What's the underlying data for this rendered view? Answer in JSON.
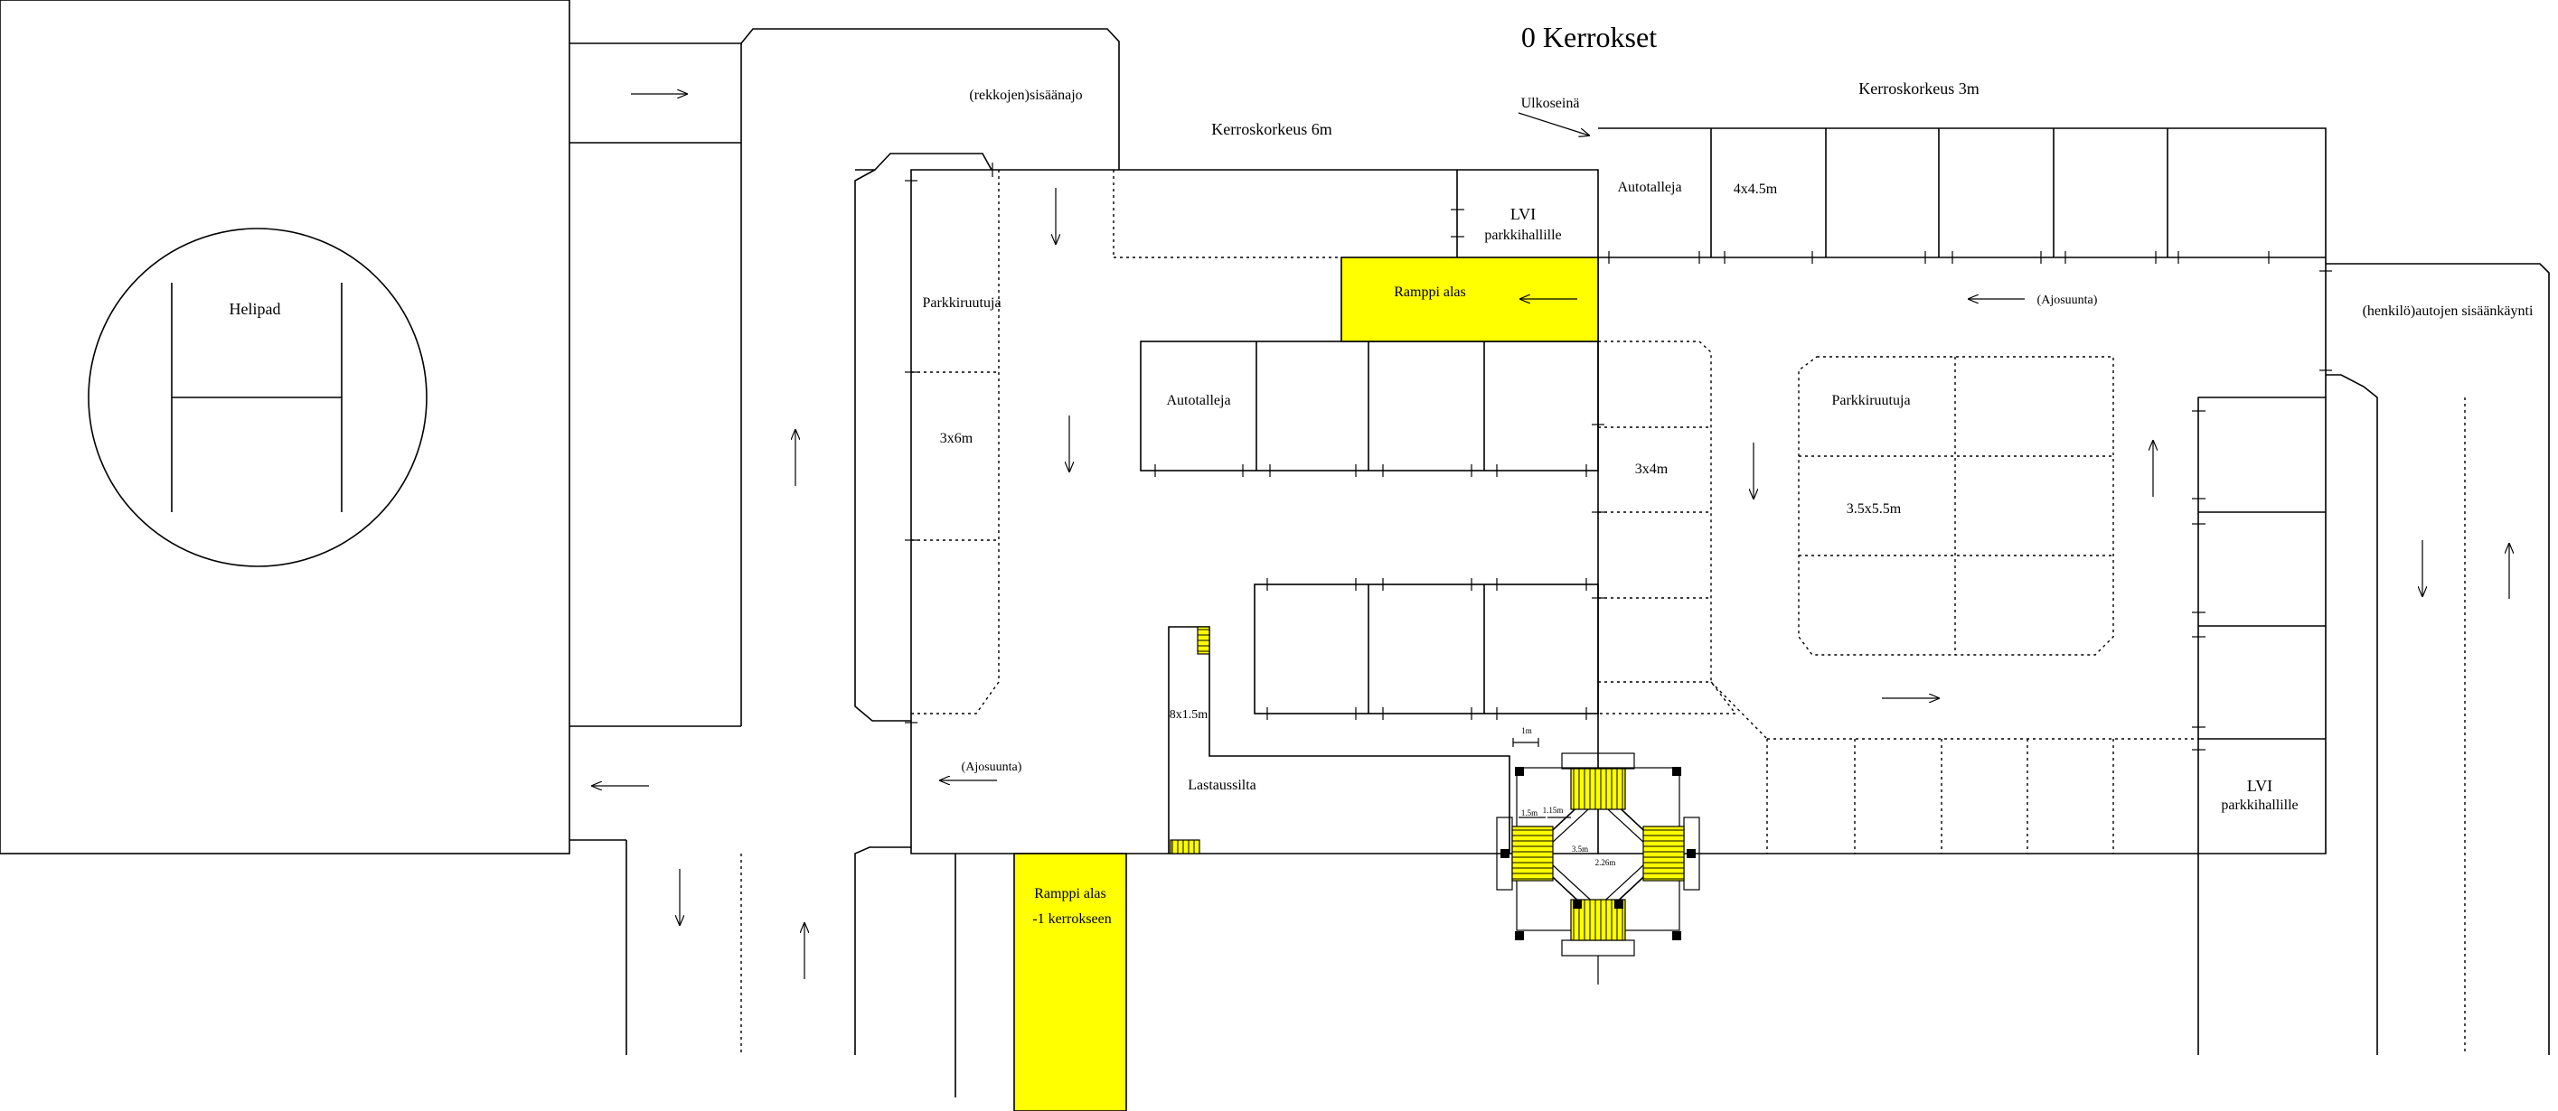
{
  "title": "0 Kerrokset",
  "labels": {
    "helipad": "Helipad",
    "rekka_entry": "(rekkojen)sisäänajo",
    "kerroskorkeus_6m": "Kerroskorkeus 6m",
    "ulkoseina": "Ulkoseinä",
    "kerroskorkeus_3m": "Kerroskorkeus 3m",
    "lvi_1": "LVI",
    "lvi_1_sub": "parkkihallille",
    "autotalleja_top": "Autotalleja",
    "size_4x45": "4x4.5m",
    "ramppi_alas": "Ramppi alas",
    "ajosuunta_right": "(Ajosuunta)",
    "henkilo_entry": "(henkilö)autojen sisäänkäynti",
    "parkkiruutuja_left": "Parkkiruutuja",
    "size_3x6": "3x6m",
    "autotalleja_mid": "Autotalleja",
    "size_3x4": "3x4m",
    "parkkiruutuja_right": "Parkkiruutuja",
    "size_35x55": "3.5x5.5m",
    "size_8x15": "8x1.5m",
    "lastaussilta": "Lastaussilta",
    "ajosuunta_left": "(Ajosuunta)",
    "dim_1m": "1m",
    "lvi_2": "LVI",
    "lvi_2_sub": "parkkihallille",
    "ramppi_alas_2": "Ramppi alas",
    "ramppi_alas_2_sub": "-1 kerrokseen",
    "stair_dim_a": "1.5m",
    "stair_dim_b": "1.15m",
    "stair_dim_c": "3.5m",
    "stair_dim_d": "2.26m"
  },
  "colors": {
    "highlight": "#ffff00",
    "line": "#000000",
    "background": "#ffffff"
  }
}
